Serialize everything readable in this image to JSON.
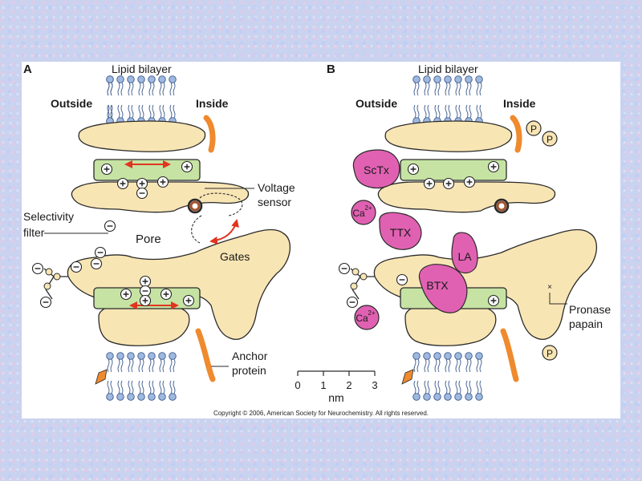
{
  "panel_a": {
    "letter": "A",
    "lipid_label": "Lipid bilayer",
    "outside_label": "Outside",
    "inside_label": "Inside",
    "voltage_label_1": "Voltage",
    "voltage_label_2": "sensor",
    "selectivity_label_1": "Selectivity",
    "selectivity_label_2": "filter",
    "pore_label": "Pore",
    "gates_label": "Gates",
    "anchor_label_1": "Anchor",
    "anchor_label_2": "protein"
  },
  "panel_b": {
    "letter": "B",
    "lipid_label": "Lipid bilayer",
    "outside_label": "Outside",
    "inside_label": "Inside",
    "toxins": [
      "ScTx",
      "TTX",
      "LA",
      "BTX"
    ],
    "ca_label": "Ca",
    "ca_superscript": "2+",
    "phosphate": "P",
    "pronase_label_1": "Pronase",
    "pronase_label_2": "papain"
  },
  "scale_bar": {
    "ticks": [
      "0",
      "1",
      "2",
      "3"
    ],
    "unit": "nm"
  },
  "plus": "+",
  "minus": "−",
  "copyright": "Copyright © 2006, American Society for Neurochemistry.  All rights reserved.",
  "colors": {
    "protein": "#f8e5b4",
    "helix": "#c6e3a3",
    "toxin": "#e061b2",
    "lipid_head": "#9fb8df",
    "anchor": "#ef8a2e",
    "arrow": "#e0351f",
    "phosphate": "#f8e5b4"
  }
}
